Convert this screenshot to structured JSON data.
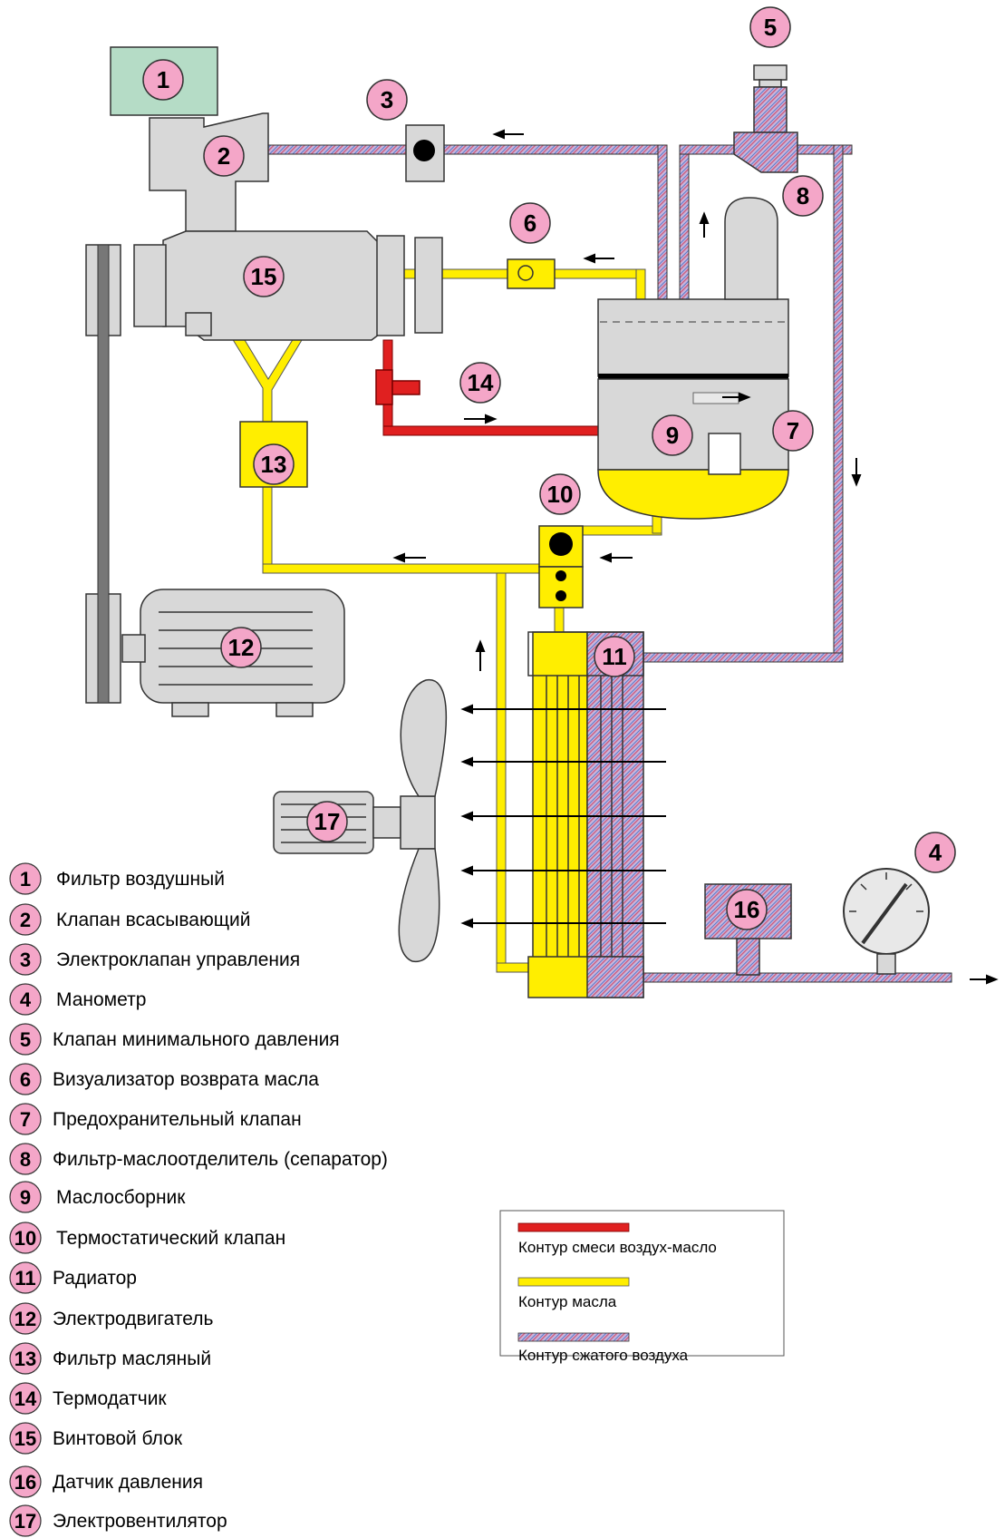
{
  "components": [
    {
      "id": "1",
      "label": "Фильтр  воздушный"
    },
    {
      "id": "2",
      "label": "Клапан всасывающий"
    },
    {
      "id": "3",
      "label": "Электроклапан управления"
    },
    {
      "id": "4",
      "label": "Манометр"
    },
    {
      "id": "5",
      "label": "Клапан минимального  давления"
    },
    {
      "id": "6",
      "label": "Визуализатор возврата масла"
    },
    {
      "id": "7",
      "label": "Предохранительный клапан"
    },
    {
      "id": "8",
      "label": "Фильтр-маслоотделитель (сепаратор)"
    },
    {
      "id": "9",
      "label": "Маслосборник"
    },
    {
      "id": "10",
      "label": "Термостатический клапан"
    },
    {
      "id": "11",
      "label": "Радиатор"
    },
    {
      "id": "12",
      "label": "Электродвигатель"
    },
    {
      "id": "13",
      "label": "Фильтр масляный"
    },
    {
      "id": "14",
      "label": "Термодатчик"
    },
    {
      "id": "15",
      "label": "Винтовой блок"
    },
    {
      "id": "16",
      "label": "Датчик давления"
    },
    {
      "id": "17",
      "label": "Электровентилятор"
    }
  ],
  "circuits": [
    {
      "label": "Контур смеси воздух-масло",
      "color": "#e02020"
    },
    {
      "label": "Контур масла",
      "color": "#ffee00"
    },
    {
      "label": "Контур сжатого воздуха",
      "color": "#8a6fa8"
    }
  ],
  "colors": {
    "oil": "#ffee00",
    "air_oil": "#e02020",
    "compressed_air": "#8a6fa8",
    "body_gray": "#d8d8d8",
    "badge_pink": "#f4a6c8",
    "filter_green": "#b5dcc6"
  }
}
